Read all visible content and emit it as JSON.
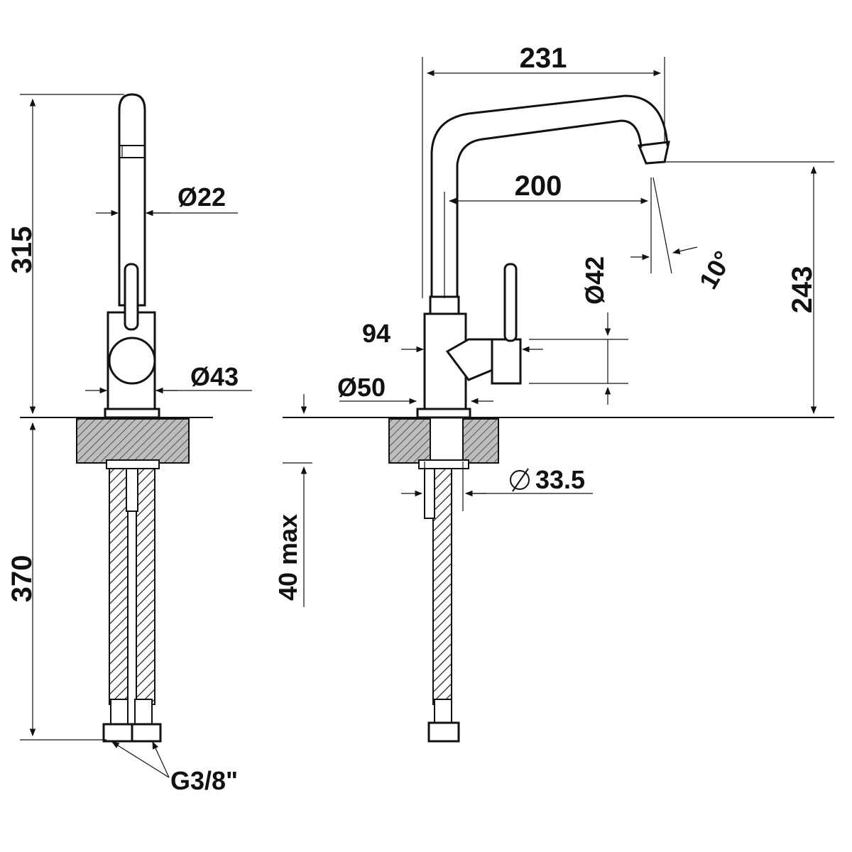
{
  "drawing": {
    "front_view": {
      "height_above_counter": "315",
      "spout_diameter": "Ø22",
      "body_diameter": "Ø43",
      "hose_length": "370",
      "connection_thread": "G3/8\""
    },
    "side_view": {
      "spout_reach_overall": "231",
      "spout_reach": "200",
      "swivel_angle": "10°",
      "spout_height": "243",
      "lever_diameter": "Ø42",
      "lever_projection": "94",
      "base_diameter": "Ø50",
      "mounting_hole_diameter": "33.5",
      "max_counter_thickness": "40 max"
    }
  }
}
